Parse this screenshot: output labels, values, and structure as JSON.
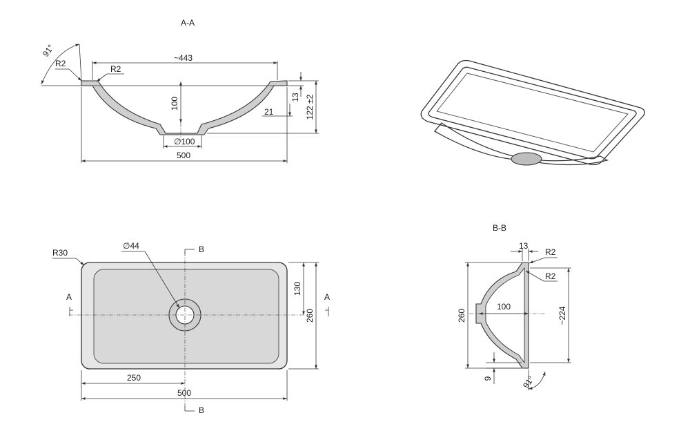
{
  "views": {
    "section_aa": {
      "title": "A-A",
      "dims": {
        "top_width": "~443",
        "overall_width": "500",
        "drain_dia": "∅100",
        "depth": "100",
        "rim": "13",
        "height": "122 ±2",
        "offset": "21",
        "radius_left": "R2",
        "radius_inner": "R2",
        "angle": "91°"
      }
    },
    "plan_view": {
      "dims": {
        "corner_radius": "R30",
        "hole_dia": "∅44",
        "width": "500",
        "half_width": "250",
        "height": "260",
        "half_height": "130"
      },
      "section_marks": {
        "a_left": "A",
        "a_right": "A",
        "b_top": "B",
        "b_bottom": "B"
      }
    },
    "section_bb": {
      "title": "B-B",
      "dims": {
        "rim": "13",
        "radius_top": "R2",
        "radius_inner": "R2",
        "depth": "100",
        "overall": "260",
        "inner": "~224",
        "lip": "9",
        "angle": "91°"
      }
    }
  }
}
